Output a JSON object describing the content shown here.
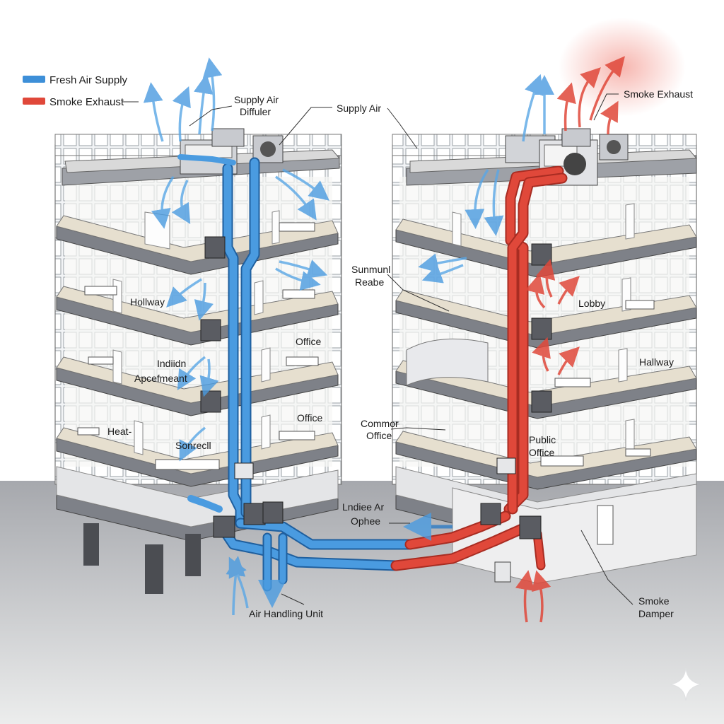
{
  "colors": {
    "supply": "#3d8fd8",
    "exhaust": "#e0483a",
    "floor_tan": "#e6dfcf",
    "slab": "#8e9096",
    "ground": "#b9bbbf"
  },
  "legend": [
    {
      "label": "Fresh Air Supply",
      "color": "#3d8fd8"
    },
    {
      "label": "Smoke Exhaust",
      "color": "#e0483a"
    }
  ],
  "callouts": {
    "supply_air_diffuser": [
      "Supply Air",
      "Diffuler"
    ],
    "supply_air": "Supply Air",
    "smoke_exhaust": "Smoke Exhaust",
    "air_handling_unit": "Air Handling Unit",
    "intake_air_ophee": [
      "Lndiee Ar",
      "Ophee"
    ],
    "smoke_damper": [
      "Smoke",
      "Damper"
    ],
    "sunmunl_reabe": [
      "Sunmunl",
      "Reabe"
    ],
    "common_office": [
      "Commor",
      "Office"
    ]
  },
  "left_building_rooms": {
    "hollway": "Hollway",
    "office_1": "Office",
    "office_2": "Office",
    "indiidn": "Indiidn",
    "apartment": "Apcefmeant",
    "heat": "Heat-",
    "sonrecll": "Sonrecll"
  },
  "right_building_rooms": {
    "lobby": "Lobby",
    "hallway": "Hallway",
    "public_office": [
      "Public",
      "Office"
    ]
  },
  "icons": [
    "supply-fan-icon",
    "exhaust-fan-icon",
    "air-handling-unit-icon",
    "smoke-damper-icon",
    "sparkle-icon"
  ]
}
